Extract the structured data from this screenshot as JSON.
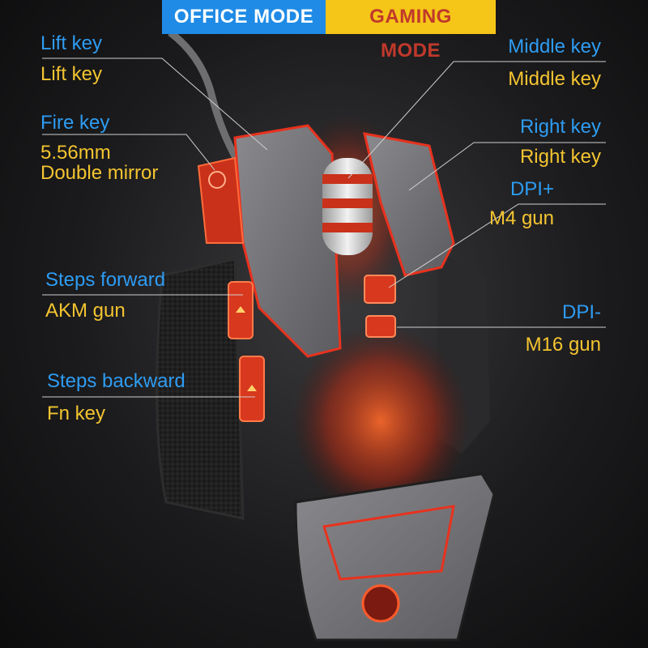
{
  "modes": {
    "office": "OFFICE MODE",
    "gaming": "GAMING MODE"
  },
  "colors": {
    "office_mode": "#1f8be6",
    "gaming_mode": "#f5c518",
    "label_blue": "#2e9cf2",
    "label_yellow": "#f4c430",
    "accent_red": "#e8321e"
  },
  "labels_left": [
    {
      "office": "Lift key",
      "gaming": "Lift key"
    },
    {
      "office": "Fire key",
      "gaming": "5.56mm",
      "gaming_line2": "Double mirror"
    },
    {
      "office": "Steps forward",
      "gaming": "AKM gun"
    },
    {
      "office": "Steps backward",
      "gaming": "Fn key"
    }
  ],
  "labels_right": [
    {
      "office": "Middle key",
      "gaming": "Middle key"
    },
    {
      "office": "Right key",
      "gaming": "Right key"
    },
    {
      "office": "DPI+",
      "gaming": "M4 gun"
    },
    {
      "office": "DPI-",
      "gaming": "M16 gun"
    }
  ]
}
